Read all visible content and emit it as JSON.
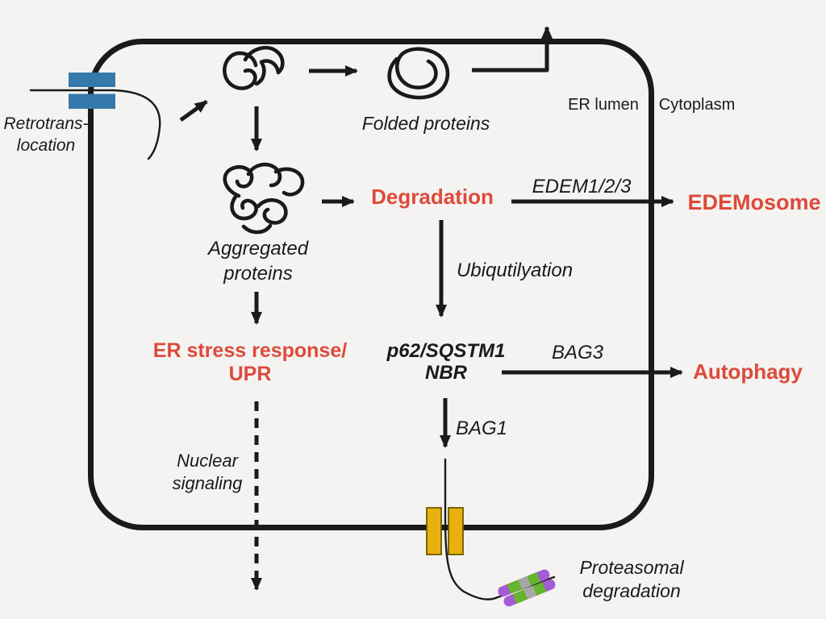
{
  "title": "ER protein folding and degradation pathway diagram",
  "colors": {
    "ink": "#1a1a1a",
    "red": "#dd4a3a",
    "blue": "#3578ac",
    "yellow": "#e8b10e",
    "yellow_border": "#6f5a00",
    "purple": "#a35bd6",
    "green": "#66b32e",
    "gray": "#a8a8a8",
    "bg": "#f4f3f1"
  },
  "regions": {
    "er_lumen": "ER lumen",
    "cytoplasm": "Cytoplasm"
  },
  "nodes": {
    "retrotranslocation": {
      "line1": "Retrotrans-",
      "line2": "location"
    },
    "folded_proteins": "Folded proteins",
    "aggregated_proteins": {
      "line1": "Aggregated",
      "line2": "proteins"
    },
    "degradation": "Degradation",
    "edemosome": "EDEMosome",
    "er_stress": {
      "line1": "ER stress response/",
      "line2": "UPR"
    },
    "p62": {
      "line1": "p62/SQSTM1",
      "line2": "NBR"
    },
    "autophagy": "Autophagy",
    "proteasomal_degradation": {
      "line1": "Proteasomal",
      "line2": "degradation"
    }
  },
  "edges": {
    "edem": "EDEM1/2/3",
    "ubiquitylation": "Ubiqutilyation",
    "bag3": "BAG3",
    "bag1": "BAG1",
    "nuclear_signaling": {
      "line1": "Nuclear",
      "line2": "signaling"
    }
  },
  "icons": {
    "retro_channel": "blue-membrane-channel",
    "export_channel": "yellow-membrane-channel",
    "proteasome": "proteasome-barrel",
    "unfolded_protein": "unfolded-protein-squiggle",
    "folded_protein": "folded-protein-coil",
    "aggregated_protein": "aggregated-protein-clump"
  }
}
